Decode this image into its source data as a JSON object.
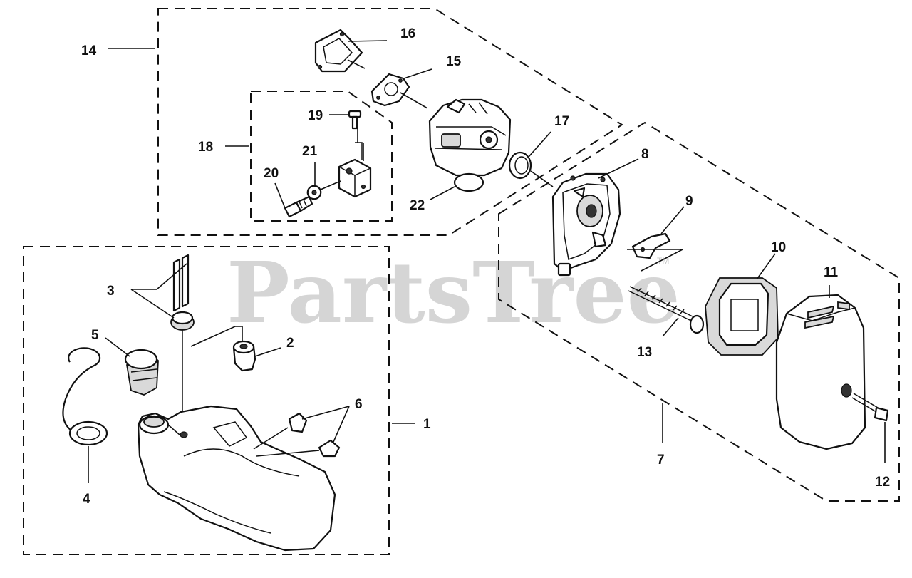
{
  "watermark": {
    "text": "PartsTree",
    "mark": "TM"
  },
  "callouts": [
    {
      "id": "c1",
      "label": "1"
    },
    {
      "id": "c2",
      "label": "2"
    },
    {
      "id": "c3",
      "label": "3"
    },
    {
      "id": "c4",
      "label": "4"
    },
    {
      "id": "c5",
      "label": "5"
    },
    {
      "id": "c6",
      "label": "6"
    },
    {
      "id": "c7",
      "label": "7"
    },
    {
      "id": "c8",
      "label": "8"
    },
    {
      "id": "c9",
      "label": "9"
    },
    {
      "id": "c10",
      "label": "10"
    },
    {
      "id": "c11",
      "label": "11"
    },
    {
      "id": "c12",
      "label": "12"
    },
    {
      "id": "c13",
      "label": "13"
    },
    {
      "id": "c14",
      "label": "14"
    },
    {
      "id": "c15",
      "label": "15"
    },
    {
      "id": "c16",
      "label": "16"
    },
    {
      "id": "c17",
      "label": "17"
    },
    {
      "id": "c18",
      "label": "18"
    },
    {
      "id": "c19",
      "label": "19"
    },
    {
      "id": "c20",
      "label": "20"
    },
    {
      "id": "c21",
      "label": "21"
    },
    {
      "id": "c22",
      "label": "22"
    }
  ]
}
